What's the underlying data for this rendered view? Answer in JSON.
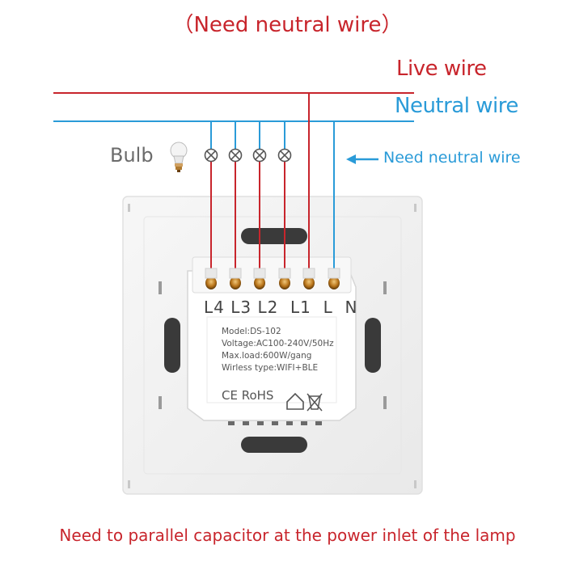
{
  "title": "（Need neutral wire）",
  "live_wire_label": "Live wire",
  "neutral_wire_label": "Neutral wire",
  "need_neutral_label": "Need neutral wire",
  "bulb_label": "Bulb",
  "terminal_labels": "L4 L3 L2  L1  L  N",
  "spec": {
    "model": "Model:DS-102",
    "voltage": "Voltage:AC100-240V/50Hz",
    "max_load": "Max.load:600W/gang",
    "wireless": "Wirless type:WIFI+BLE"
  },
  "certifications": "CE RoHS",
  "footer_note": "Need to parallel capacitor at the power inlet of the lamp",
  "colors": {
    "live_wire": "#c8252c",
    "neutral_wire": "#2a9bd8",
    "panel": "#f2f2f2",
    "terminal": "#b8741a"
  }
}
